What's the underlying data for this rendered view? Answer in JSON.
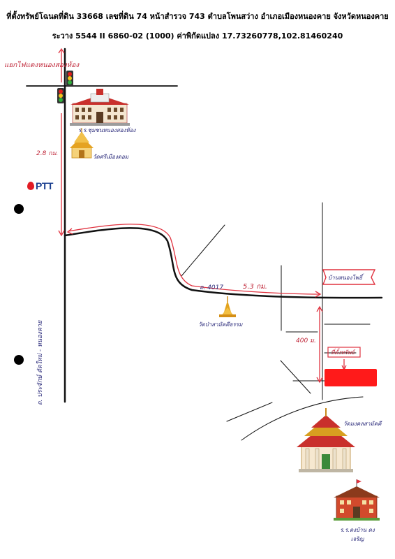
{
  "header": {
    "line1": "ที่ตั้งทรัพย์โฉนดที่ดิน 33668 เลขที่ดิน 74 หน้าสำรวจ 743 ตำบลโพนสว่าง อำเภอเมืองหนองคาย จังหวัดหนองคาย",
    "line2": "ระวาง 5544 II 6860-02 (1000) ค่าพิกัดแปลง 17.73260778,102.81460240"
  },
  "labels": {
    "intersection": "แยกไฟแดงหนองสองห้อง",
    "school_top": "ร.ร.ชุมชนหนองสองห้อง",
    "temple_top": "วัดศรีเมืองดอม",
    "distance_vertical": "2.8 กม.",
    "ptt": "PTT",
    "road_vertical": "ถ. ประจักษ์ ตัดใหม่ - หนองคาย",
    "road_horizontal": "ถ. 4017",
    "distance_horizontal": "5.3 กม.",
    "temple_middle": "วัดป่าสามัคคีธรรม",
    "village_sign": "บ้านหนองโพธิ์",
    "distance_short": "400 ม.",
    "target_sign": "ที่ตั้งทรัพย์",
    "temple_bottom": "วัดมงคลสามัคคี",
    "school_bottom": "ร.ร.ดงบ้าน ดงเจริญ"
  },
  "colors": {
    "road": "#111111",
    "route": "#e0323f",
    "target": "#ff1a1a",
    "handwriting": "#2a2a7a"
  },
  "icons": [
    "traffic-light-icon",
    "school-icon",
    "temple-icon",
    "ptt-logo-icon",
    "stupa-icon",
    "house-icon"
  ]
}
